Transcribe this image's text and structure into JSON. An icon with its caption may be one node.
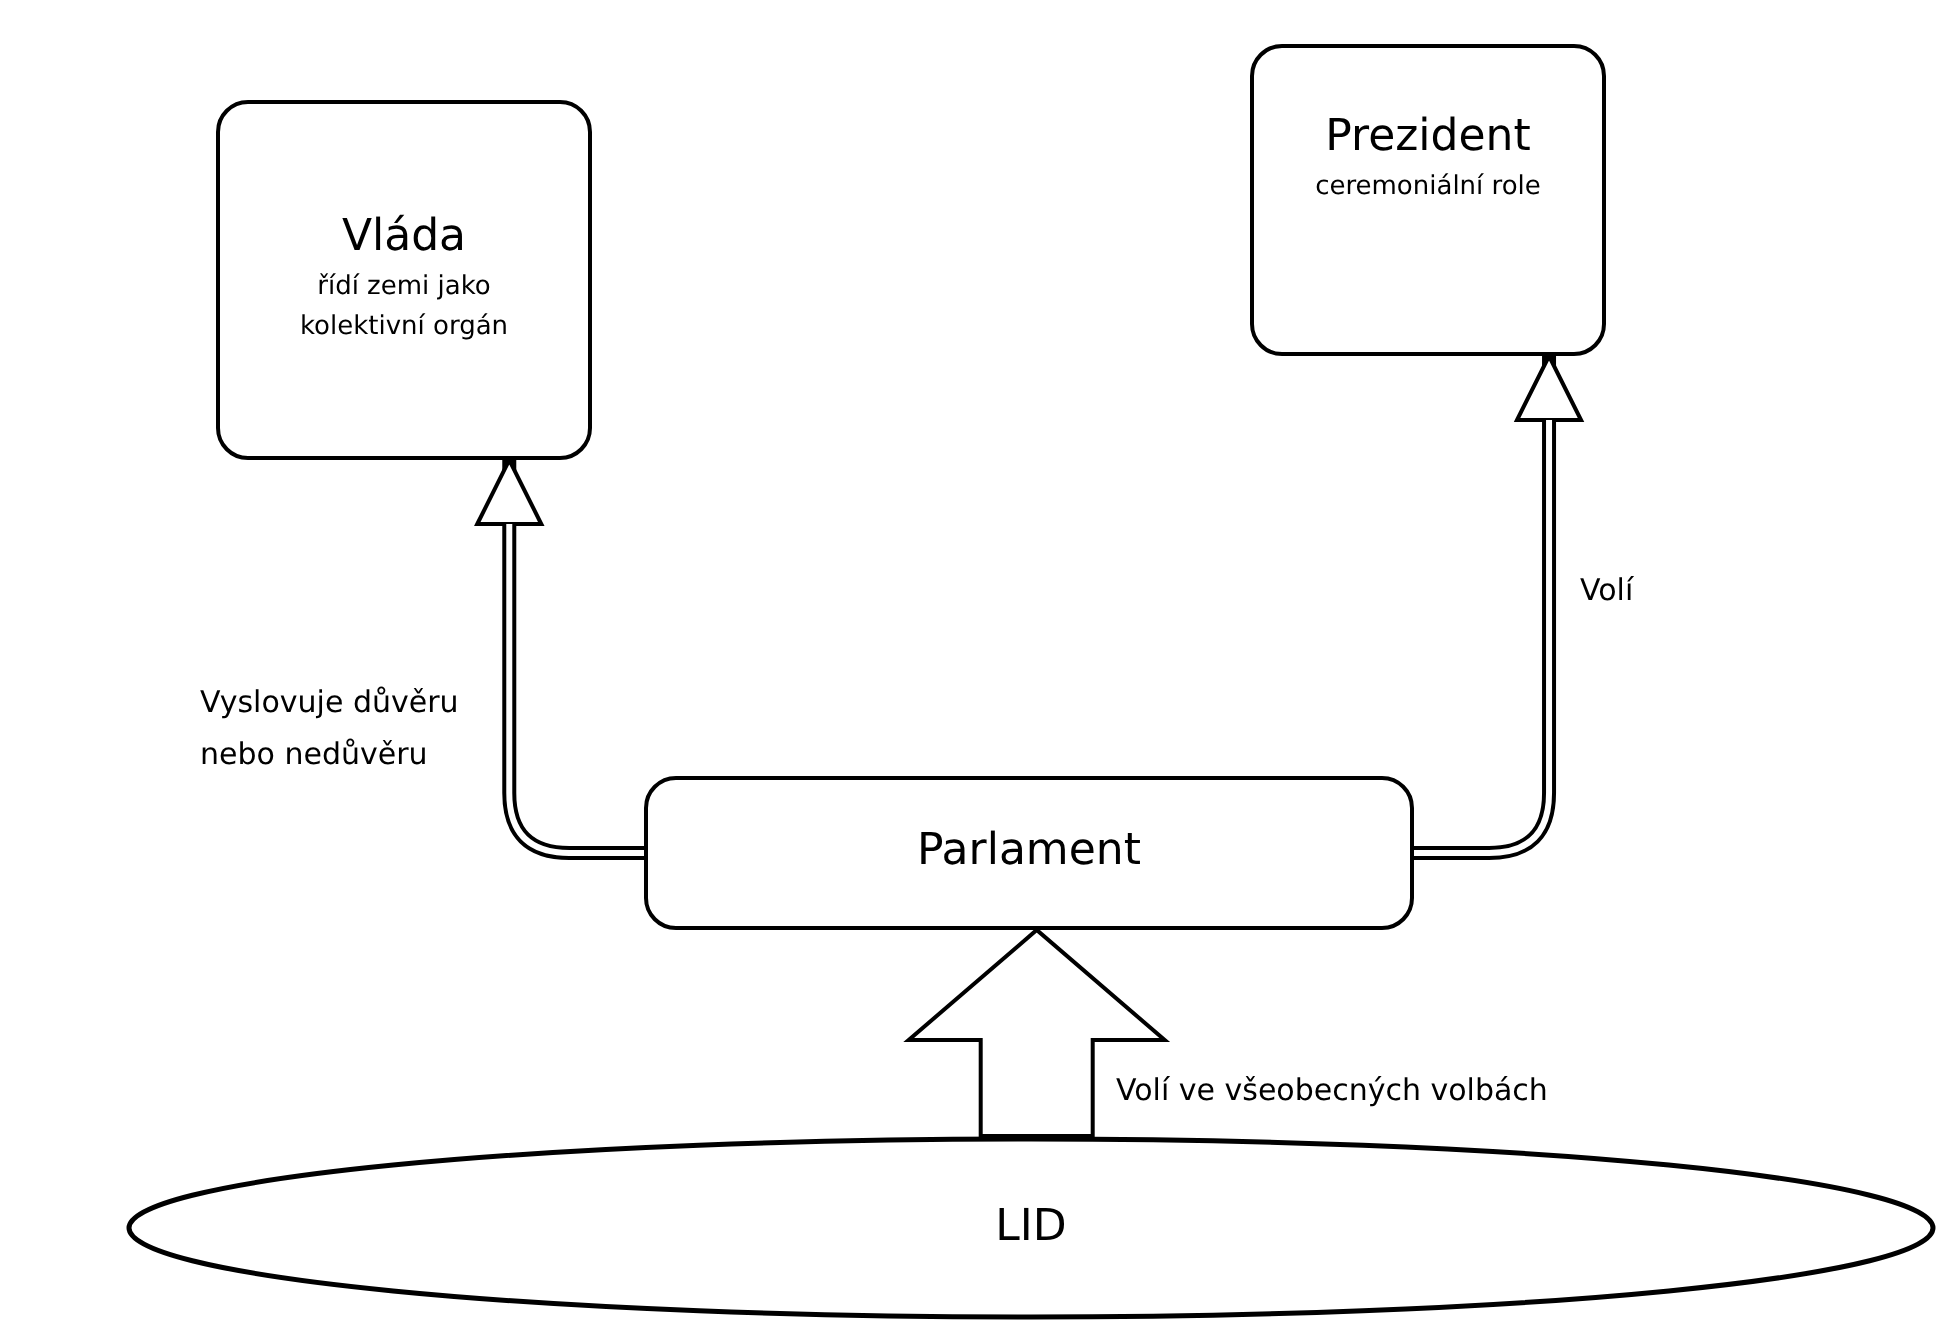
{
  "diagram": {
    "nodes": [
      {
        "text": [
          "Vláda",
          "řídí zemi jako kolektivní orgán"
        ]
      },
      {
        "text": [
          "Prezident",
          "ceremoniální role"
        ]
      },
      {
        "text": [
          "Parlament"
        ]
      },
      {
        "text": [
          "LID"
        ]
      }
    ],
    "edges": [
      {
        "from": 2,
        "to": 0,
        "arrow": "to",
        "label": "Vyslovuje důvěru nebo nedůvěru"
      },
      {
        "from": 2,
        "to": 1,
        "arrow": "to",
        "label": "Volí"
      },
      {
        "from": 3,
        "to": 2,
        "arrow": "to",
        "label": "Volí ve všeobecných volbách",
        "style": "thick"
      }
    ]
  }
}
